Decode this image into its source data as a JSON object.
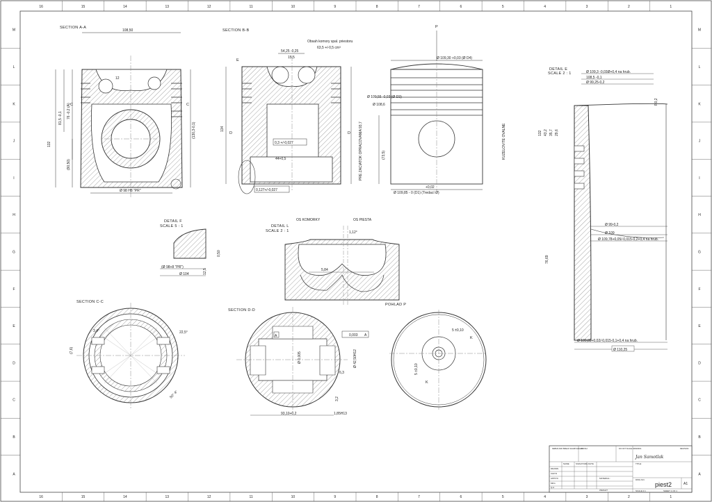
{
  "sheet": {
    "columns": [
      "16",
      "15",
      "14",
      "13",
      "12",
      "11",
      "10",
      "9",
      "8",
      "7",
      "6",
      "5",
      "4",
      "3",
      "2",
      "1"
    ],
    "rows": [
      "M",
      "L",
      "K",
      "J",
      "I",
      "H",
      "G",
      "F",
      "E",
      "D",
      "C",
      "B",
      "A"
    ]
  },
  "views": {
    "section_aa": {
      "title": "SECTION A-A",
      "dims": [
        "108,50",
        "132",
        "81,5 -0,1",
        "76 -0,2 (A)",
        "(90,50)",
        "(130,3-0,1)",
        "Ø 98 H8 \"PR\"",
        "C",
        "C",
        "12"
      ]
    },
    "section_bb": {
      "title": "SECTION B-B",
      "note_l1": "Obsah komory spal. priestoru",
      "note_l2": "63,5 +/-0,5 cm³",
      "dims": [
        "54,25 -0,25",
        "15,5",
        "134",
        "D",
        "D",
        "E",
        "0,3 +/-0,027",
        "0,127+/-0,027",
        "44+0,5",
        "PRE ZACIATOK OPRACOVANIA 93,7"
      ]
    },
    "side": {
      "label_p": "P",
      "dims": [
        "Ø 109,30 +0,03 (Ø D4)",
        "Ø 109,55 -0,03 (Ø D3)",
        "Ø 108,6",
        "(73,5)",
        "+0,02",
        "Ø 109,85 - 0  (D1) (Tredací Ø)",
        "KUZELOVITE OVALNE"
      ]
    },
    "detail_e": {
      "title": "DETAIL E",
      "scale": "SCALE 2 : 1",
      "dims": [
        "Ø 109,3 -0,03Ø+0,4 na hrub.",
        "108,5 -0,1",
        "Ø 99,25-0,2",
        "R0,2",
        "Ø 99-0,2",
        "Ø 109",
        "Ø 109,78+0,05/-0,015-0,2+0,4 na hrub.",
        "Ø 109,85+0,02/-0,015-0,1+0,4 na hrub.",
        "Ø 110,25",
        "76,69",
        "132",
        "43,2",
        "35,7",
        "29,6"
      ]
    },
    "detail_f": {
      "title": "DETAIL F",
      "scale": "SCALE 5 : 1",
      "dims": [
        "Ø 104",
        "(Ø 98+8 \"PR\")",
        "12,5",
        "0,50"
      ]
    },
    "detail_l": {
      "title": "DETAIL L",
      "scale": "SCALE 2 : 1",
      "axis1": "OS KOMORKY",
      "axis2": "OS PIESTA",
      "dims": [
        "1,12°",
        "5,84"
      ]
    },
    "section_cc": {
      "title": "SECTION C-C",
      "dims": [
        "3,4°",
        "22,5°",
        "50° 4°",
        "(7,6)"
      ]
    },
    "section_dd": {
      "title": "SECTION D-D",
      "dims": [
        "0,003",
        "A",
        "Ø 42,50H12",
        "Ø 0,005",
        "6,3",
        "93,10+0,2",
        "1,85H13",
        "A",
        "3,2"
      ]
    },
    "pohlad_p": {
      "title": "POHLAD P",
      "dims": [
        "5 ±0,10",
        "5 ±0,10",
        "K",
        "K"
      ]
    }
  },
  "title_block": {
    "drawing_name": "piest2",
    "sheet_size": "A1",
    "signature": "Jan Samotlak",
    "fields": [
      "NAME",
      "SIGNATURE",
      "DATE",
      "DRAWN",
      "CHK'D",
      "APPV'D",
      "MFG",
      "Q.A",
      "MATERIAL:",
      "WEIGHT:",
      "TITLE:",
      "DWG NO.",
      "SCALE:1:1",
      "SHEET 1 OF 1",
      "DEBUR AND BREAK SHARP EDGES",
      "DO NOT SCALE DRAWING",
      "REVISION",
      "FINISH:"
    ]
  },
  "colors": {
    "line": "#333333",
    "hatch": "#555555",
    "centerline": "#888888",
    "paper": "#ffffff"
  }
}
